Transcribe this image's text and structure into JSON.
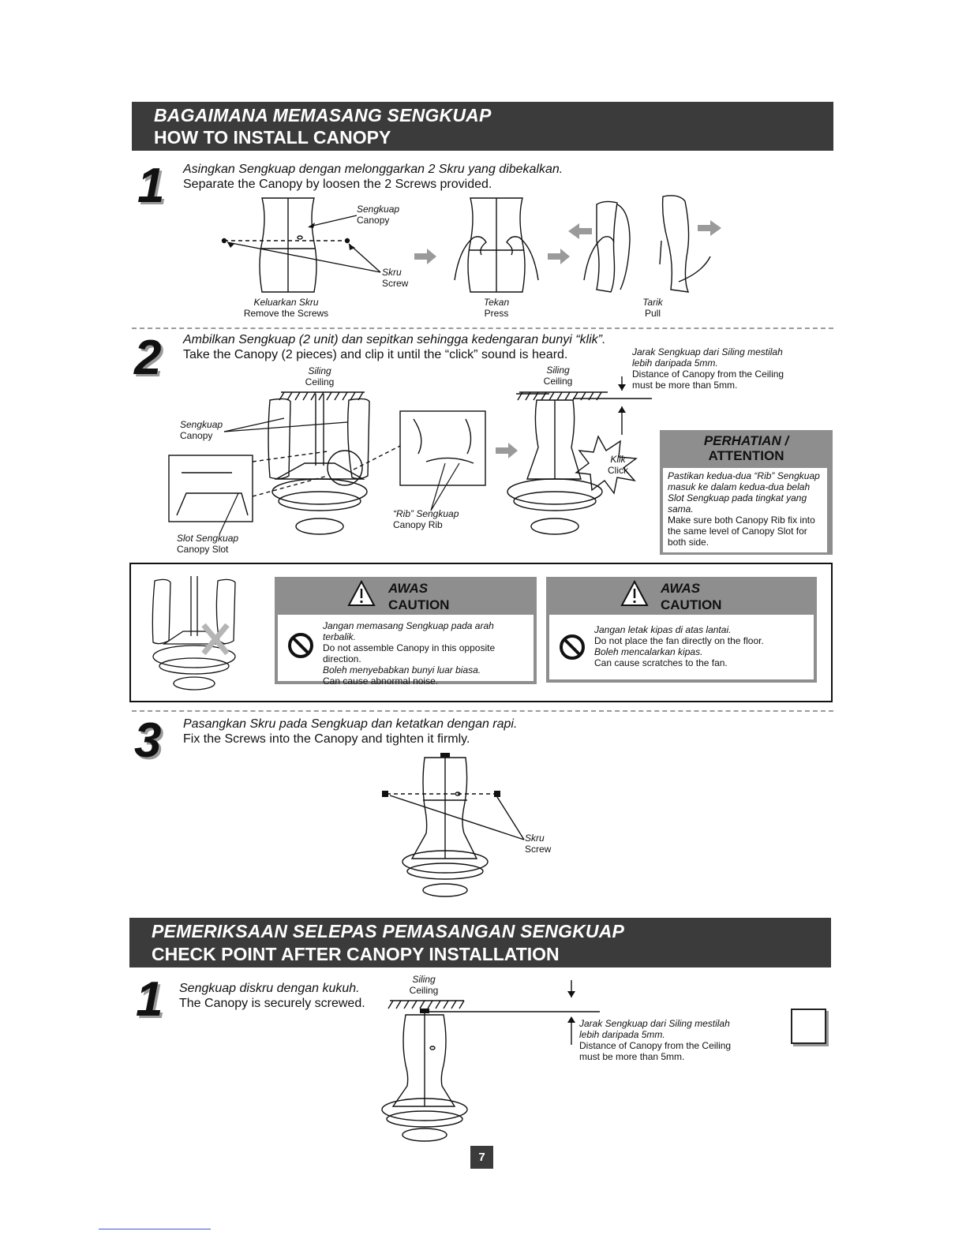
{
  "section1": {
    "title_ms": "BAGAIMANA MEMASANG SENGKUAP",
    "title_en": "HOW TO INSTALL CANOPY"
  },
  "step1": {
    "number": "1",
    "text_ms": "Asingkan Sengkuap dengan melonggarkan 2 Skru yang dibekalkan.",
    "text_en": "Separate the Canopy by loosen the 2 Screws provided.",
    "label_canopy_ms": "Sengkuap",
    "label_canopy_en": "Canopy",
    "label_screw_ms": "Skru",
    "label_screw_en": "Screw",
    "label_remove_ms": "Keluarkan Skru",
    "label_remove_en": "Remove the Screws",
    "label_press_ms": "Tekan",
    "label_press_en": "Press",
    "label_pull_ms": "Tarik",
    "label_pull_en": "Pull"
  },
  "step2": {
    "number": "2",
    "text_ms": "Ambilkan Sengkuap (2 unit) dan sepitkan sehingga kedengaran bunyi “klik”.",
    "text_en": "Take the Canopy (2 pieces) and clip it until the “click” sound is heard.",
    "label_ceiling_ms": "Siling",
    "label_ceiling_en": "Ceiling",
    "label_canopy_ms": "Sengkuap",
    "label_canopy_en": "Canopy",
    "label_slot_ms": "Slot Sengkuap",
    "label_slot_en": "Canopy Slot",
    "label_rib_ms": "“Rib” Sengkuap",
    "label_rib_en": "Canopy Rib",
    "label_click_ms": "Klik",
    "label_click_en": "Click",
    "distance_ms": "Jarak Sengkuap dari Siling mestilah lebih daripada 5mm.",
    "distance_en": "Distance of Canopy from the Ceiling must be more than 5mm.",
    "attention_title_ms": "PERHATIAN /",
    "attention_title_en": "ATTENTION",
    "attention_ms": "Pastikan kedua-dua “Rib” Sengkuap masuk ke dalam kedua-dua belah Slot Sengkuap pada tingkat yang sama.",
    "attention_en": "Make sure both Canopy Rib fix into the same level of Canopy Slot for both side."
  },
  "caution1": {
    "title_ms": "AWAS",
    "title_en": "CAUTION",
    "line1_ms": "Jangan memasang Sengkuap pada arah terbalik.",
    "line1_en": "Do not assemble Canopy in this opposite direction.",
    "line2_ms": "Boleh menyebabkan bunyi luar biasa.",
    "line2_en": "Can cause abnormal noise."
  },
  "caution2": {
    "title_ms": "AWAS",
    "title_en": "CAUTION",
    "line1_ms": "Jangan letak kipas di atas lantai.",
    "line1_en": "Do not place the fan directly on the floor.",
    "line2_ms": "Boleh mencalarkan kipas.",
    "line2_en": "Can cause scratches to the fan."
  },
  "step3": {
    "number": "3",
    "text_ms": "Pasangkan Skru pada Sengkuap dan ketatkan dengan rapi.",
    "text_en": "Fix the Screws into the Canopy and tighten it firmly.",
    "label_screw_ms": "Skru",
    "label_screw_en": "Screw"
  },
  "section2": {
    "title_ms": "PEMERIKSAAN SELEPAS PEMASANGAN SENGKUAP",
    "title_en": "CHECK POINT AFTER CANOPY INSTALLATION"
  },
  "check1": {
    "number": "1",
    "text_ms": "Sengkuap diskru dengan kukuh.",
    "text_en": "The Canopy is securely screwed.",
    "label_ceiling_ms": "Siling",
    "label_ceiling_en": "Ceiling",
    "distance_ms": "Jarak Sengkuap dari Siling mestilah lebih daripada 5mm.",
    "distance_en": "Distance of Canopy from the Ceiling must be more than 5mm."
  },
  "page_number": "7",
  "colors": {
    "banner": "#3b3b3b",
    "panel_grey": "#8e8e8e",
    "arrow_grey": "#9a9a9a"
  }
}
